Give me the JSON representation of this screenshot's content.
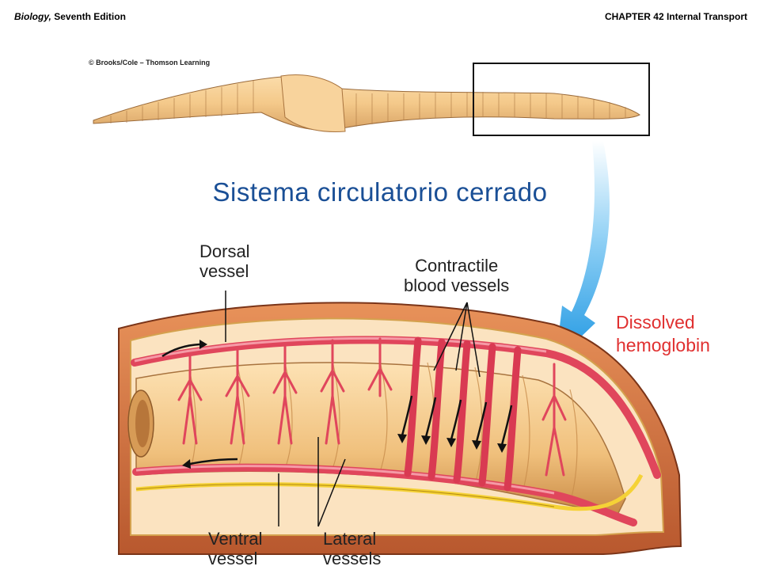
{
  "header": {
    "book_title": "Biology,",
    "edition": "Seventh Edition",
    "chapter": "CHAPTER 42 Internal Transport"
  },
  "credit": "© Brooks/Cole – Thomson Learning",
  "title": "Sistema circulatorio cerrado",
  "labels": {
    "dorsal_line1": "Dorsal",
    "dorsal_line2": "vessel",
    "contractile_line1": "Contractile",
    "contractile_line2": "blood vessels",
    "ventral_line1": "Ventral",
    "ventral_line2": "vessel",
    "lateral_line1": "Lateral",
    "lateral_line2": "vessels",
    "hemo_line1": "Dissolved",
    "hemo_line2": "hemoglobin"
  },
  "colors": {
    "title": "#1a4f96",
    "hemoglobin_label": "#e03030",
    "worm_skin": "#f4c98a",
    "vessel": "#e0465c",
    "arrow": "#1f97e2"
  }
}
